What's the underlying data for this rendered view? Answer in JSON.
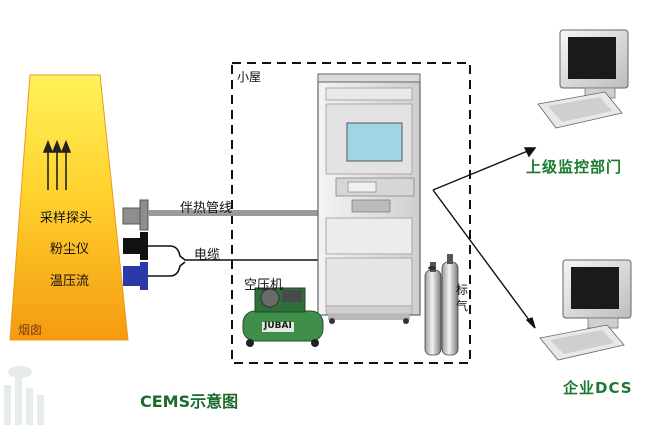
{
  "diagram": {
    "title": "CEMS示意图",
    "chimney_label": "烟囱",
    "house_label": "小屋",
    "probes": [
      {
        "label": "采样探头"
      },
      {
        "label": "粉尘仪"
      },
      {
        "label": "温压流"
      }
    ],
    "heated_line_label": "伴热管线",
    "cable_label": "电缆",
    "compressor_label": "空压机",
    "compressor_brand": "JUBAI",
    "gas_label": "标气",
    "destinations": [
      {
        "label": "上级监控部门"
      },
      {
        "label": "企业DCS"
      }
    ]
  }
}
